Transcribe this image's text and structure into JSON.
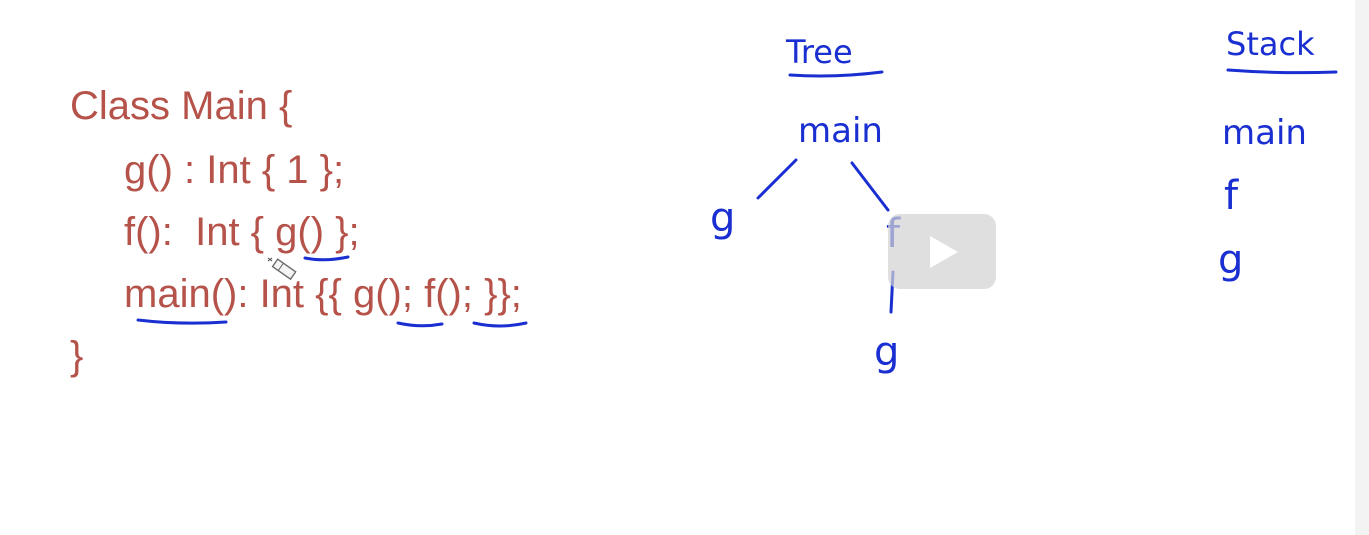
{
  "slide": {
    "code_lines": [
      "Class Main {",
      "g() : Int { 1 };",
      "f():  Int { g() };",
      "main(): Int {{ g(); f(); }};",
      "}"
    ],
    "tree": {
      "heading": "Tree",
      "root": "main",
      "left_child": "g",
      "right_child": "f",
      "grandchild": "g"
    },
    "stack": {
      "heading": "Stack",
      "items": [
        "main",
        "f",
        "g"
      ]
    }
  },
  "player": {
    "play_icon": "play-icon"
  },
  "colors": {
    "code": "#b5524a",
    "ink": "#1a2fd1",
    "play_overlay": "#d2d2d2"
  }
}
